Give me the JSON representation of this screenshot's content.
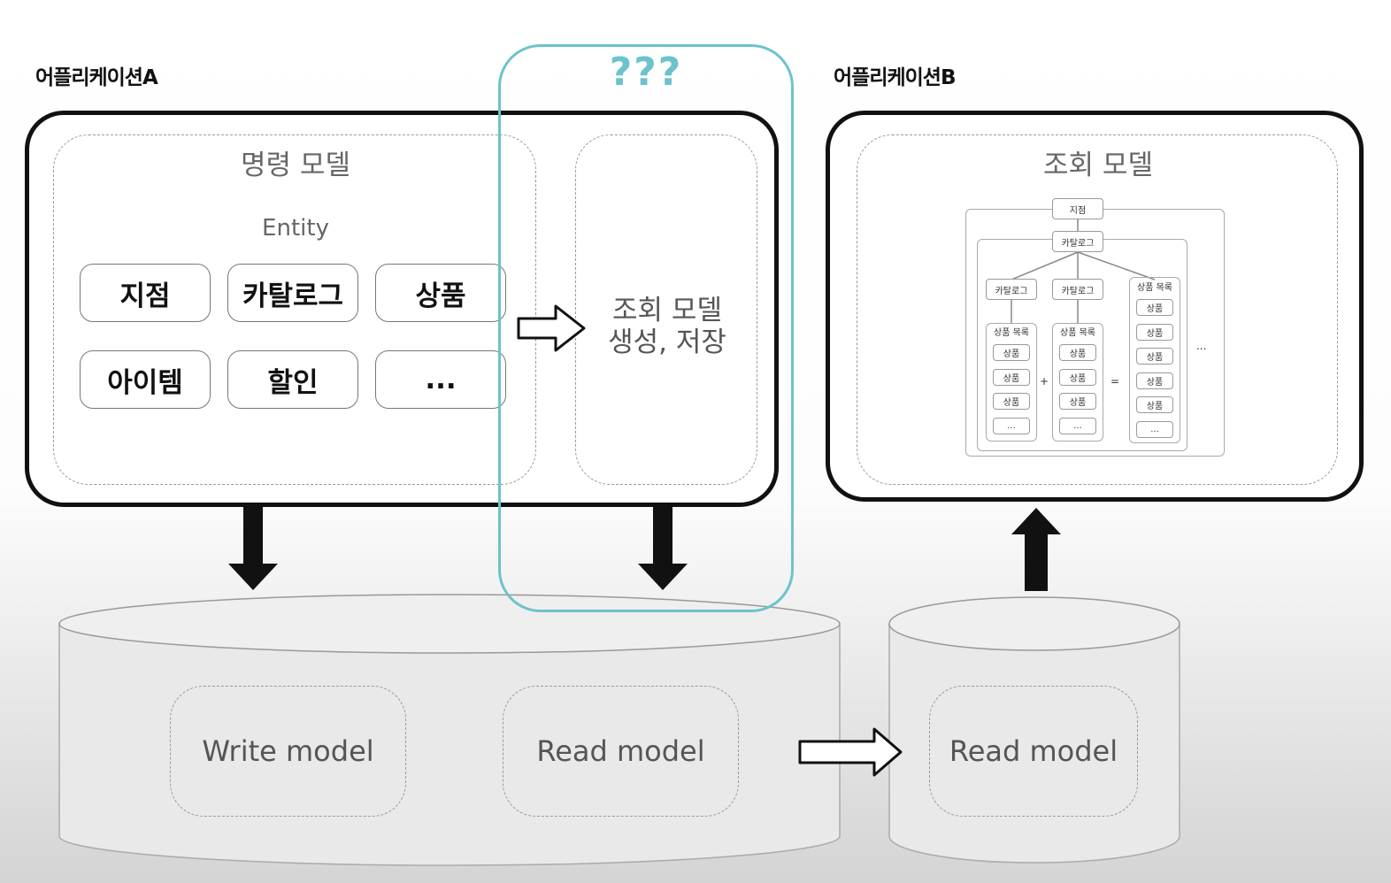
{
  "app_a": {
    "label": "어플리케이션A",
    "command_model_title": "명령 모델",
    "entity_label": "Entity",
    "entities": [
      "지점",
      "카탈로그",
      "상품",
      "아이템",
      "할인",
      "..."
    ],
    "read_create_text_line1": "조회 모델",
    "read_create_text_line2": "생성, 저장"
  },
  "question_marks": "???",
  "app_b": {
    "label": "어플리케이션B",
    "read_model_title": "조회 모델",
    "tree": {
      "root": "지점",
      "catalog": "카탈로그",
      "sub_catalogs": [
        "카탈로그",
        "카탈로그"
      ],
      "product_list": "상품 목록",
      "product": "상품",
      "more": "...",
      "plus": "+",
      "equals": "=",
      "ellipsis": "..."
    }
  },
  "db_a": {
    "write_model": "Write model",
    "read_model": "Read model"
  },
  "db_b": {
    "read_model": "Read model"
  },
  "colors": {
    "highlight": "#6cc3cc",
    "border": "#111111"
  }
}
